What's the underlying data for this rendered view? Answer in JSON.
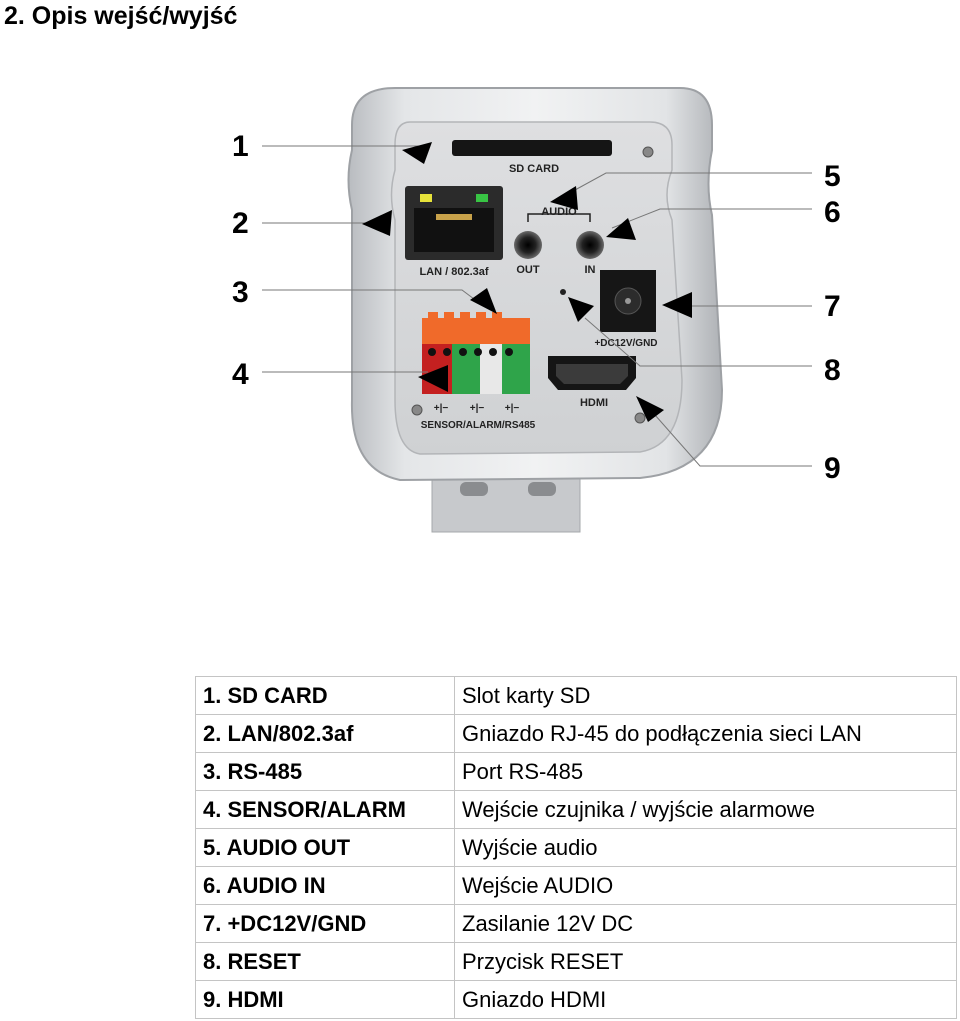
{
  "heading": "2. Opis wejść/wyjść",
  "figure": {
    "callouts": [
      "1",
      "2",
      "3",
      "4",
      "5",
      "6",
      "7",
      "8",
      "9"
    ],
    "panel_labels": {
      "sd_card": "SD CARD",
      "audio": "AUDIO",
      "out": "OUT",
      "in": "IN",
      "lan": "LAN / 802.3af",
      "dc": "+DC12V/GND",
      "hdmi": "HDMI",
      "terminal": "SENSOR/ALARM/RS485",
      "polarity": "+|−"
    }
  },
  "table": {
    "rows": [
      {
        "key": "1. SD CARD",
        "value": "Slot karty SD"
      },
      {
        "key": "2. LAN/802.3af",
        "value": "Gniazdo RJ-45 do podłączenia sieci LAN"
      },
      {
        "key": "3. RS-485",
        "value": "Port RS-485"
      },
      {
        "key": "4. SENSOR/ALARM",
        "value": "Wejście czujnika / wyjście alarmowe"
      },
      {
        "key": "5. AUDIO OUT",
        "value": "Wyjście audio"
      },
      {
        "key": "6. AUDIO IN",
        "value": "Wejście AUDIO"
      },
      {
        "key": "7. +DC12V/GND",
        "value": "Zasilanie 12V DC"
      },
      {
        "key": "8. RESET",
        "value": "Przycisk RESET"
      },
      {
        "key": "9. HDMI",
        "value": "Gniazdo HDMI"
      }
    ]
  }
}
